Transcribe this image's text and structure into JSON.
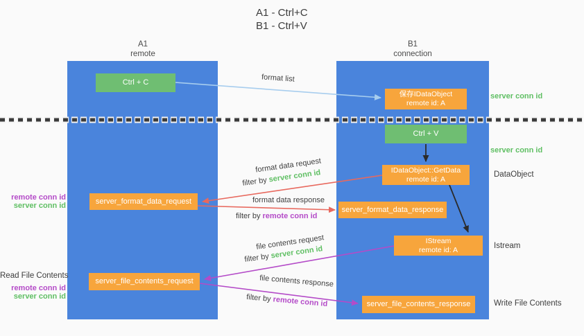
{
  "title": {
    "line1": "A1 - Ctrl+C",
    "line2": "B1 - Ctrl+V"
  },
  "columns": {
    "left": {
      "name": "A1",
      "subtitle": "remote"
    },
    "right": {
      "name": "B1",
      "subtitle": "connection"
    }
  },
  "nodes": {
    "ctrl_c": "Ctrl + C",
    "ctrl_v": "Ctrl + V",
    "save_idataobject": {
      "line1": "保存IDataObject",
      "line2": "remote id: A"
    },
    "getdata": {
      "line1": "IDataObject::GetData",
      "line2": "remote id: A"
    },
    "istream": {
      "line1": "IStream",
      "line2": "remote id: A"
    },
    "format_request": "server_format_data_request",
    "format_response": "server_format_data_response",
    "file_request": "server_file_contents_request",
    "file_response": "server_file_contents_response"
  },
  "edge_labels": {
    "format_list": "format list",
    "format_data_request": "format data request",
    "format_data_response": "format data response",
    "file_contents_request": "file contents request",
    "file_contents_response": "file contents response"
  },
  "filters": {
    "prefix": "filter by",
    "server": "server conn id",
    "remote": "remote conn id"
  },
  "annotations": {
    "server_conn_id_top": "server conn id",
    "server_conn_id_mid": "server conn id",
    "dataobject": "DataObject",
    "istream": "Istream",
    "write_file": "Write File Contents",
    "read_file": "Read File Contents",
    "remote_conn_id": "remote conn id",
    "server_conn_id": "server conn id"
  },
  "colors": {
    "column_blue": "#4a84dc",
    "box_orange": "#f7a53c",
    "box_green": "#6fbe72",
    "arrow_red": "#e8695e",
    "arrow_purple": "#b44bc8",
    "arrow_light_blue": "#a7cdee",
    "arrow_black": "#2b2b2b",
    "text_green": "#5fbf63",
    "text_purple": "#b44bc8",
    "background": "#fafafa"
  }
}
